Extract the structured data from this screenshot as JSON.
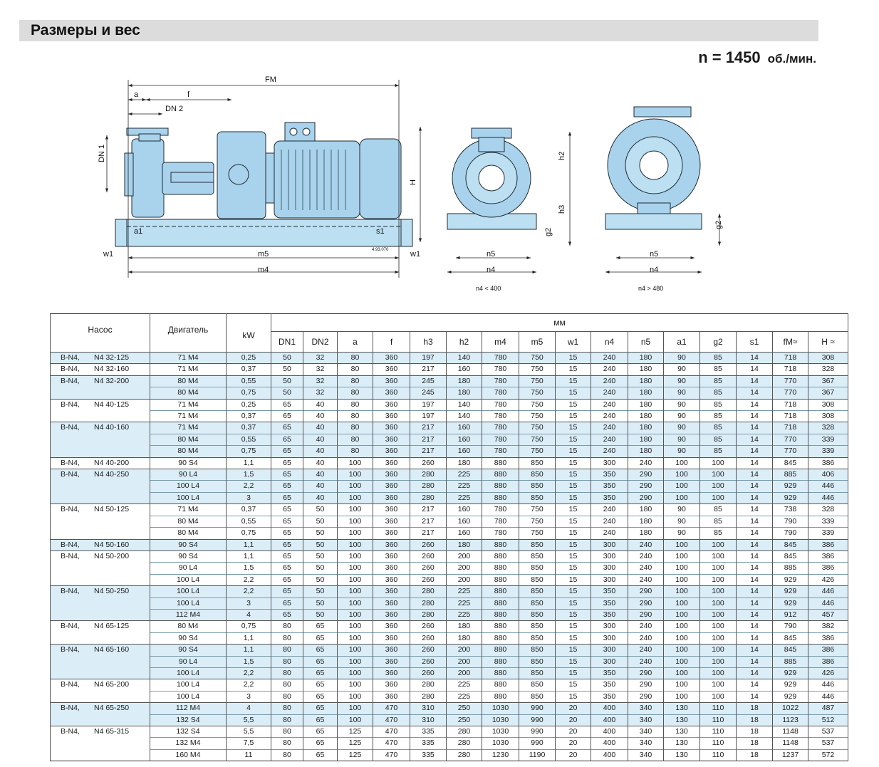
{
  "header": {
    "title": "Размеры и вес",
    "speed": "n = 1450",
    "speed_unit": "об./мин."
  },
  "drawing": {
    "labels": {
      "fm": "FM",
      "a": "a",
      "f": "f",
      "dn2": "DN 2",
      "dn1": "DN 1",
      "h": "H",
      "a1": "a1",
      "s1": "s1",
      "w1": "w1",
      "m5": "m5",
      "m4": "m4",
      "code": "4.93.070",
      "h2": "h2",
      "h3": "h3",
      "g2": "g2",
      "n5": "n5",
      "n4": "n4",
      "caption_left": "n4 < 400",
      "caption_right": "n4 > 480"
    }
  },
  "table": {
    "pump_header": "Насос",
    "motor_header": "Двигатель",
    "kw_header": "kW",
    "mm_header": "мм",
    "columns": [
      "DN1",
      "DN2",
      "a",
      "f",
      "h3",
      "h2",
      "m4",
      "m5",
      "w1",
      "n4",
      "n5",
      "a1",
      "g2",
      "s1",
      "fM≈",
      "H ≈"
    ],
    "groups": [
      {
        "series": "B-N4,",
        "model": "N4 32-125",
        "rows": [
          [
            "71 M4",
            "0,25",
            "50",
            "32",
            "80",
            "360",
            "197",
            "140",
            "780",
            "750",
            "15",
            "240",
            "180",
            "90",
            "85",
            "14",
            "718",
            "308"
          ]
        ]
      },
      {
        "series": "B-N4,",
        "model": "N4 32-160",
        "rows": [
          [
            "71 M4",
            "0,37",
            "50",
            "32",
            "80",
            "360",
            "217",
            "160",
            "780",
            "750",
            "15",
            "240",
            "180",
            "90",
            "85",
            "14",
            "718",
            "328"
          ]
        ]
      },
      {
        "series": "B-N4,",
        "model": "N4 32-200",
        "rows": [
          [
            "80 M4",
            "0,55",
            "50",
            "32",
            "80",
            "360",
            "245",
            "180",
            "780",
            "750",
            "15",
            "240",
            "180",
            "90",
            "85",
            "14",
            "770",
            "367"
          ],
          [
            "80 M4",
            "0,75",
            "50",
            "32",
            "80",
            "360",
            "245",
            "180",
            "780",
            "750",
            "15",
            "240",
            "180",
            "90",
            "85",
            "14",
            "770",
            "367"
          ]
        ]
      },
      {
        "series": "B-N4,",
        "model": "N4 40-125",
        "rows": [
          [
            "71 M4",
            "0,25",
            "65",
            "40",
            "80",
            "360",
            "197",
            "140",
            "780",
            "750",
            "15",
            "240",
            "180",
            "90",
            "85",
            "14",
            "718",
            "308"
          ],
          [
            "71 M4",
            "0,37",
            "65",
            "40",
            "80",
            "360",
            "197",
            "140",
            "780",
            "750",
            "15",
            "240",
            "180",
            "90",
            "85",
            "14",
            "718",
            "308"
          ]
        ]
      },
      {
        "series": "B-N4,",
        "model": "N4 40-160",
        "rows": [
          [
            "71 M4",
            "0,37",
            "65",
            "40",
            "80",
            "360",
            "217",
            "160",
            "780",
            "750",
            "15",
            "240",
            "180",
            "90",
            "85",
            "14",
            "718",
            "328"
          ],
          [
            "80 M4",
            "0,55",
            "65",
            "40",
            "80",
            "360",
            "217",
            "160",
            "780",
            "750",
            "15",
            "240",
            "180",
            "90",
            "85",
            "14",
            "770",
            "339"
          ],
          [
            "80 M4",
            "0,75",
            "65",
            "40",
            "80",
            "360",
            "217",
            "160",
            "780",
            "750",
            "15",
            "240",
            "180",
            "90",
            "85",
            "14",
            "770",
            "339"
          ]
        ]
      },
      {
        "series": "B-N4,",
        "model": "N4 40-200",
        "rows": [
          [
            "90 S4",
            "1,1",
            "65",
            "40",
            "100",
            "360",
            "260",
            "180",
            "880",
            "850",
            "15",
            "300",
            "240",
            "100",
            "100",
            "14",
            "845",
            "386"
          ]
        ]
      },
      {
        "series": "B-N4,",
        "model": "N4 40-250",
        "rows": [
          [
            "90 L4",
            "1,5",
            "65",
            "40",
            "100",
            "360",
            "280",
            "225",
            "880",
            "850",
            "15",
            "350",
            "290",
            "100",
            "100",
            "14",
            "885",
            "406"
          ],
          [
            "100 L4",
            "2,2",
            "65",
            "40",
            "100",
            "360",
            "280",
            "225",
            "880",
            "850",
            "15",
            "350",
            "290",
            "100",
            "100",
            "14",
            "929",
            "446"
          ],
          [
            "100 L4",
            "3",
            "65",
            "40",
            "100",
            "360",
            "280",
            "225",
            "880",
            "850",
            "15",
            "350",
            "290",
            "100",
            "100",
            "14",
            "929",
            "446"
          ]
        ]
      },
      {
        "series": "B-N4,",
        "model": "N4 50-125",
        "rows": [
          [
            "71 M4",
            "0,37",
            "65",
            "50",
            "100",
            "360",
            "217",
            "160",
            "780",
            "750",
            "15",
            "240",
            "180",
            "90",
            "85",
            "14",
            "738",
            "328"
          ],
          [
            "80 M4",
            "0,55",
            "65",
            "50",
            "100",
            "360",
            "217",
            "160",
            "780",
            "750",
            "15",
            "240",
            "180",
            "90",
            "85",
            "14",
            "790",
            "339"
          ],
          [
            "80 M4",
            "0,75",
            "65",
            "50",
            "100",
            "360",
            "217",
            "160",
            "780",
            "750",
            "15",
            "240",
            "180",
            "90",
            "85",
            "14",
            "790",
            "339"
          ]
        ]
      },
      {
        "series": "B-N4,",
        "model": "N4 50-160",
        "rows": [
          [
            "90 S4",
            "1,1",
            "65",
            "50",
            "100",
            "360",
            "260",
            "180",
            "880",
            "850",
            "15",
            "300",
            "240",
            "100",
            "100",
            "14",
            "845",
            "386"
          ]
        ]
      },
      {
        "series": "B-N4,",
        "model": "N4 50-200",
        "rows": [
          [
            "90 S4",
            "1,1",
            "65",
            "50",
            "100",
            "360",
            "260",
            "200",
            "880",
            "850",
            "15",
            "300",
            "240",
            "100",
            "100",
            "14",
            "845",
            "386"
          ],
          [
            "90 L4",
            "1,5",
            "65",
            "50",
            "100",
            "360",
            "260",
            "200",
            "880",
            "850",
            "15",
            "300",
            "240",
            "100",
            "100",
            "14",
            "885",
            "386"
          ],
          [
            "100 L4",
            "2,2",
            "65",
            "50",
            "100",
            "360",
            "260",
            "200",
            "880",
            "850",
            "15",
            "300",
            "240",
            "100",
            "100",
            "14",
            "929",
            "426"
          ]
        ]
      },
      {
        "series": "B-N4,",
        "model": "N4 50-250",
        "rows": [
          [
            "100 L4",
            "2,2",
            "65",
            "50",
            "100",
            "360",
            "280",
            "225",
            "880",
            "850",
            "15",
            "350",
            "290",
            "100",
            "100",
            "14",
            "929",
            "446"
          ],
          [
            "100 L4",
            "3",
            "65",
            "50",
            "100",
            "360",
            "280",
            "225",
            "880",
            "850",
            "15",
            "350",
            "290",
            "100",
            "100",
            "14",
            "929",
            "446"
          ],
          [
            "112 M4",
            "4",
            "65",
            "50",
            "100",
            "360",
            "280",
            "225",
            "880",
            "850",
            "15",
            "350",
            "290",
            "100",
            "100",
            "14",
            "912",
            "457"
          ]
        ]
      },
      {
        "series": "B-N4,",
        "model": "N4 65-125",
        "rows": [
          [
            "80 M4",
            "0,75",
            "80",
            "65",
            "100",
            "360",
            "260",
            "180",
            "880",
            "850",
            "15",
            "300",
            "240",
            "100",
            "100",
            "14",
            "790",
            "382"
          ],
          [
            "90 S4",
            "1,1",
            "80",
            "65",
            "100",
            "360",
            "260",
            "180",
            "880",
            "850",
            "15",
            "300",
            "240",
            "100",
            "100",
            "14",
            "845",
            "386"
          ]
        ]
      },
      {
        "series": "B-N4,",
        "model": "N4 65-160",
        "rows": [
          [
            "90 S4",
            "1,1",
            "80",
            "65",
            "100",
            "360",
            "260",
            "200",
            "880",
            "850",
            "15",
            "300",
            "240",
            "100",
            "100",
            "14",
            "845",
            "386"
          ],
          [
            "90 L4",
            "1,5",
            "80",
            "65",
            "100",
            "360",
            "260",
            "200",
            "880",
            "850",
            "15",
            "300",
            "240",
            "100",
            "100",
            "14",
            "885",
            "386"
          ],
          [
            "100 L4",
            "2,2",
            "80",
            "65",
            "100",
            "360",
            "260",
            "200",
            "880",
            "850",
            "15",
            "350",
            "290",
            "100",
            "100",
            "14",
            "929",
            "426"
          ]
        ]
      },
      {
        "series": "B-N4,",
        "model": "N4 65-200",
        "rows": [
          [
            "100 L4",
            "2,2",
            "80",
            "65",
            "100",
            "360",
            "280",
            "225",
            "880",
            "850",
            "15",
            "350",
            "290",
            "100",
            "100",
            "14",
            "929",
            "446"
          ],
          [
            "100 L4",
            "3",
            "80",
            "65",
            "100",
            "360",
            "280",
            "225",
            "880",
            "850",
            "15",
            "350",
            "290",
            "100",
            "100",
            "14",
            "929",
            "446"
          ]
        ]
      },
      {
        "series": "B-N4,",
        "model": "N4 65-250",
        "rows": [
          [
            "112 M4",
            "4",
            "80",
            "65",
            "100",
            "470",
            "310",
            "250",
            "1030",
            "990",
            "20",
            "400",
            "340",
            "130",
            "110",
            "18",
            "1022",
            "487"
          ],
          [
            "132 S4",
            "5,5",
            "80",
            "65",
            "100",
            "470",
            "310",
            "250",
            "1030",
            "990",
            "20",
            "400",
            "340",
            "130",
            "110",
            "18",
            "1123",
            "512"
          ]
        ]
      },
      {
        "series": "B-N4,",
        "model": "N4 65-315",
        "rows": [
          [
            "132 S4",
            "5,5",
            "80",
            "65",
            "125",
            "470",
            "335",
            "280",
            "1030",
            "990",
            "20",
            "400",
            "340",
            "130",
            "110",
            "18",
            "1148",
            "537"
          ],
          [
            "132 M4",
            "7,5",
            "80",
            "65",
            "125",
            "470",
            "335",
            "280",
            "1030",
            "990",
            "20",
            "400",
            "340",
            "130",
            "110",
            "18",
            "1148",
            "537"
          ],
          [
            "160 M4",
            "11",
            "80",
            "65",
            "125",
            "470",
            "335",
            "280",
            "1230",
            "1190",
            "20",
            "400",
            "340",
            "130",
            "110",
            "18",
            "1237",
            "572"
          ]
        ]
      }
    ]
  },
  "colors": {
    "pump_fill": "#a9d3ec",
    "pump_stroke": "#1f2a33",
    "row_shade": "#dbeef8",
    "title_bar": "#dcdcdc"
  }
}
